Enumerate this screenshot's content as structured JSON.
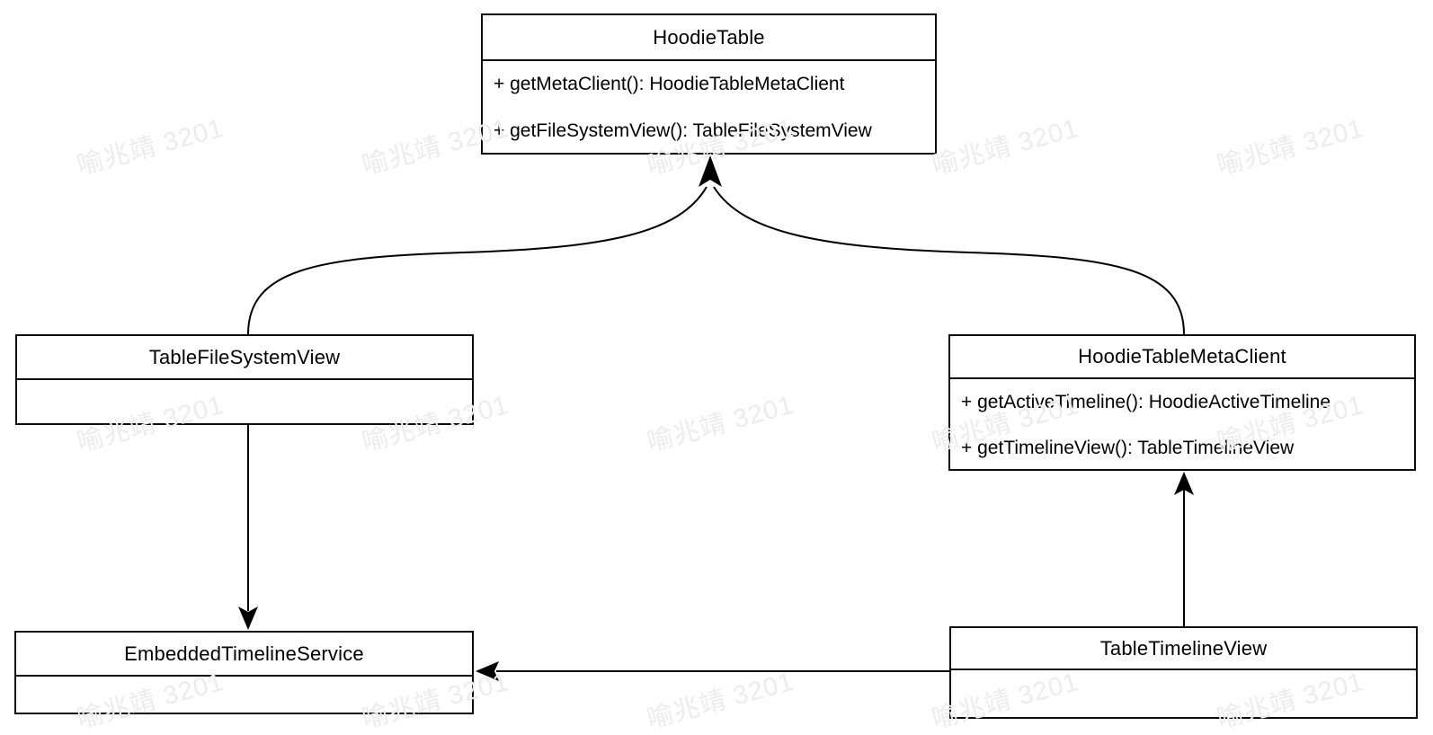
{
  "diagram": {
    "watermark": "喻兆靖 3201",
    "classes": {
      "hoodie_table": {
        "name": "HoodieTable",
        "methods": [
          "+ getMetaClient(): HoodieTableMetaClient",
          "+ getFileSystemView(): TableFileSystemView"
        ]
      },
      "table_file_system_view": {
        "name": "TableFileSystemView",
        "methods": []
      },
      "hoodie_table_meta_client": {
        "name": "HoodieTableMetaClient",
        "methods": [
          "+ getActiveTimeline(): HoodieActiveTimeline",
          "+ getTimelineView(): TableTimelineView"
        ]
      },
      "embedded_timeline_service": {
        "name": "EmbeddedTimelineService",
        "methods": []
      },
      "table_timeline_view": {
        "name": "TableTimelineView",
        "methods": []
      }
    },
    "relations": [
      "TableFileSystemView -> HoodieTable",
      "HoodieTableMetaClient -> HoodieTable",
      "TableFileSystemView -> EmbeddedTimelineService",
      "TableTimelineView -> HoodieTableMetaClient",
      "TableTimelineView -> EmbeddedTimelineService"
    ],
    "colors": {
      "line": "#000000",
      "box_border": "#0d0d0d",
      "box_fill": "#ffffff",
      "text": "#000000",
      "watermark": "#ececec",
      "background": "#ffffff"
    }
  }
}
